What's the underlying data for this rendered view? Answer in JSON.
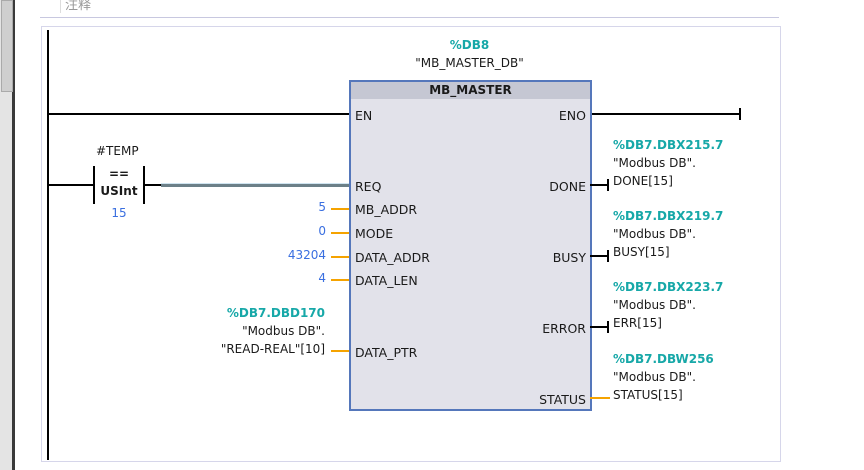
{
  "header": {
    "comment": "注释"
  },
  "block": {
    "instance_address": "%DB8",
    "instance_name": "\"MB_MASTER_DB\"",
    "type": "MB_MASTER",
    "inputs": {
      "en": "EN",
      "req": "REQ",
      "mb_addr": "MB_ADDR",
      "mode": "MODE",
      "data_addr": "DATA_ADDR",
      "data_len": "DATA_LEN",
      "data_ptr": "DATA_PTR"
    },
    "outputs": {
      "eno": "ENO",
      "done": "DONE",
      "busy": "BUSY",
      "error": "ERROR",
      "status": "STATUS"
    }
  },
  "contact": {
    "operand": "#TEMP",
    "op": "==",
    "type": "USInt",
    "value": "15"
  },
  "input_values": {
    "mb_addr": "5",
    "mode": "0",
    "data_addr": "43204",
    "data_len": "4"
  },
  "data_ptr": {
    "address": "%DB7.DBD170",
    "line1": "\"Modbus DB\".",
    "line2": "\"READ-REAL\"[10]"
  },
  "out_done": {
    "address": "%DB7.DBX215.7",
    "line1": "\"Modbus DB\".",
    "line2": "DONE[15]"
  },
  "out_busy": {
    "address": "%DB7.DBX219.7",
    "line1": "\"Modbus DB\".",
    "line2": "BUSY[15]"
  },
  "out_error": {
    "address": "%DB7.DBX223.7",
    "line1": "\"Modbus DB\".",
    "line2": "ERR[15]"
  },
  "out_status": {
    "address": "%DB7.DBW256",
    "line1": "\"Modbus DB\".",
    "line2": "STATUS[15]"
  }
}
